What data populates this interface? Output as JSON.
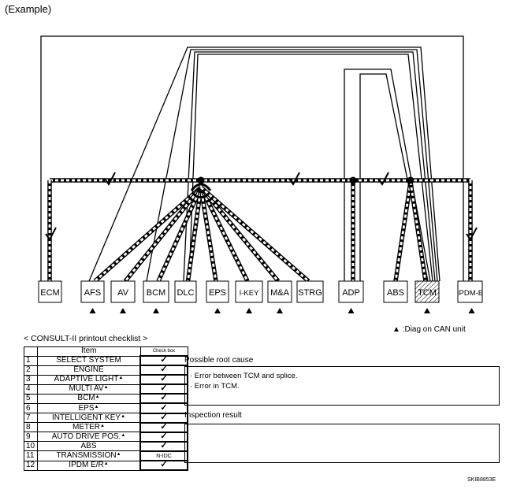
{
  "heading": "(Example)",
  "units": [
    "ECM",
    "AFS",
    "AV",
    "BCM",
    "DLC",
    "EPS",
    "I-KEY",
    "M&A",
    "STRG",
    "ADP",
    "ABS",
    "TCM",
    "IPDM-E"
  ],
  "legend": {
    "symbol": "▲",
    "text": ":Diag on CAN unit"
  },
  "checklist": {
    "title": "< CONSULT-II printout checklist >",
    "header": {
      "item": "Item",
      "check": "Check box"
    },
    "rows": [
      {
        "num": "1",
        "item": "SELECT SYSTEM",
        "mark": "",
        "check": "✓"
      },
      {
        "num": "2",
        "item": "ENGINE",
        "mark": "",
        "check": "✓"
      },
      {
        "num": "3",
        "item": "ADAPTIVE LIGHT",
        "mark": "▲",
        "check": "✓"
      },
      {
        "num": "4",
        "item": "MULTI AV",
        "mark": "▲",
        "check": "✓"
      },
      {
        "num": "5",
        "item": "BCM",
        "mark": "▲",
        "check": "✓"
      },
      {
        "num": "6",
        "item": "EPS",
        "mark": "▲",
        "check": "✓"
      },
      {
        "num": "7",
        "item": "INTELLIGENT KEY",
        "mark": "▲",
        "check": "✓"
      },
      {
        "num": "8",
        "item": "METER",
        "mark": "▲",
        "check": "✓"
      },
      {
        "num": "9",
        "item": "AUTO DRIVE POS.",
        "mark": "▲",
        "check": "✓"
      },
      {
        "num": "10",
        "item": "ABS",
        "mark": "",
        "check": "✓"
      },
      {
        "num": "11",
        "item": "TRANSMISSION",
        "mark": "▲",
        "check": "N-IDC"
      },
      {
        "num": "12",
        "item": "IPDM E/R",
        "mark": "▲",
        "check": "✓"
      }
    ]
  },
  "root_cause": {
    "title": "Possible root cause",
    "lines": [
      "· Error between TCM and splice.",
      "· Error in TCM."
    ]
  },
  "inspection": {
    "title": "Inspection result"
  },
  "code": "SKIB8853E"
}
